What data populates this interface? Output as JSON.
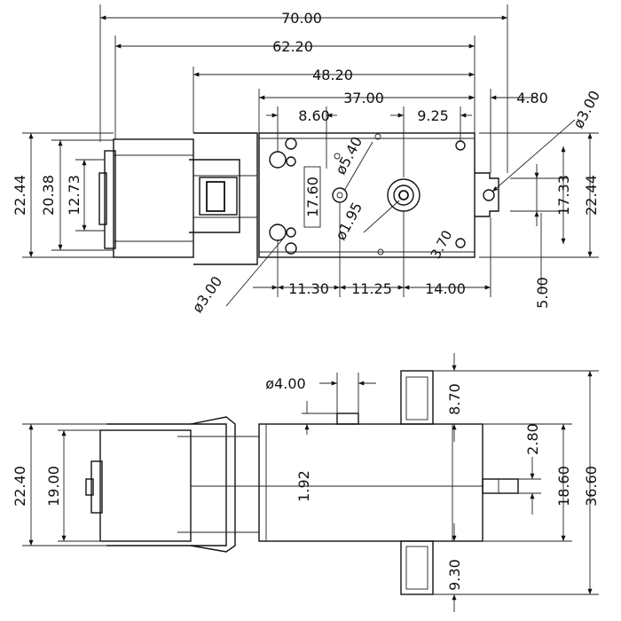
{
  "top_view": {
    "overall_length": "70.00",
    "motor_to_mount": "62.20",
    "gearbox_span": "48.20",
    "gearbox_length": "37.00",
    "tab_offset": "4.80",
    "tab_hole_dia": "ø3.00",
    "hole_pitch_left": "8.60",
    "hub_offset_right": "9.25",
    "boss_dia": "ø5.40",
    "inner_height": "17.60",
    "bore_dia": "ø1.95",
    "corner_offset": "3.70",
    "mount_height": "17.33",
    "height_left": "22.44",
    "height_right": "22.44",
    "motor_outer": "20.38",
    "motor_inner": "12.73",
    "hole_dia_bottom": "ø3.00",
    "bottom_dim_1": "11.30",
    "bottom_dim_2": "11.25",
    "bottom_dim_3": "14.00",
    "tab_depth": "5.00"
  },
  "side_view": {
    "shaft_dia": "ø4.00",
    "body_height": "22.40",
    "motor_height": "19.00",
    "wall_thickness": "1.92",
    "top_tab": "8.70",
    "shaft_height": "2.80",
    "gearbox_height": "18.60",
    "overall_height": "36.60",
    "bottom_tab": "9.30"
  }
}
